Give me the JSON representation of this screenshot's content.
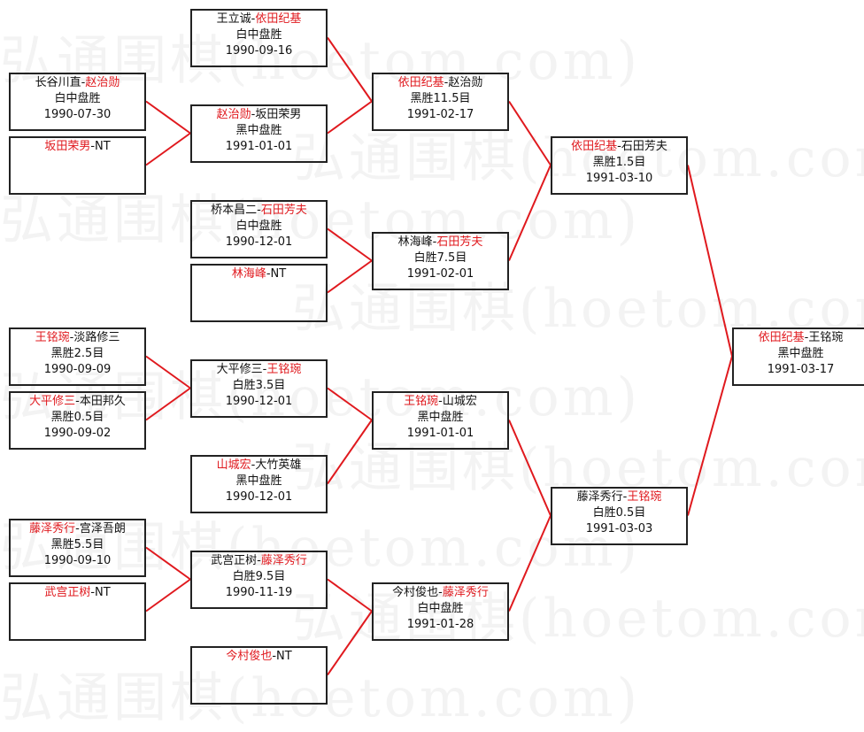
{
  "watermark": "弘通围棋(hoetom.com)",
  "colors": {
    "winner": "#e0191e",
    "line": "#e0191e",
    "border": "#222222"
  },
  "matches": [
    {
      "id": "r1a",
      "players": [
        {
          "text": "长谷川直",
          "winner": false
        },
        {
          "text": "-",
          "winner": false
        },
        {
          "text": "赵治勋",
          "winner": true
        }
      ],
      "result": "白中盘胜",
      "date": "1990-07-30"
    },
    {
      "id": "r1b",
      "players": [
        {
          "text": "坂田荣男",
          "winner": true
        },
        {
          "text": "-NT",
          "winner": false
        }
      ],
      "result": "",
      "date": ""
    },
    {
      "id": "r1c",
      "players": [
        {
          "text": "王铭琬",
          "winner": true
        },
        {
          "text": "-淡路修三",
          "winner": false
        }
      ],
      "result": "黑胜2.5目",
      "date": "1990-09-09"
    },
    {
      "id": "r1d",
      "players": [
        {
          "text": "大平修三",
          "winner": true
        },
        {
          "text": "-本田邦久",
          "winner": false
        }
      ],
      "result": "黑胜0.5目",
      "date": "1990-09-02"
    },
    {
      "id": "r1e",
      "players": [
        {
          "text": "藤泽秀行",
          "winner": true
        },
        {
          "text": "-宫泽吾朗",
          "winner": false
        }
      ],
      "result": "黑胜5.5目",
      "date": "1990-09-10"
    },
    {
      "id": "r1f",
      "players": [
        {
          "text": "武宫正树",
          "winner": true
        },
        {
          "text": "-NT",
          "winner": false
        }
      ],
      "result": "",
      "date": ""
    },
    {
      "id": "r2a",
      "players": [
        {
          "text": "王立诚-",
          "winner": false
        },
        {
          "text": "依田纪基",
          "winner": true
        }
      ],
      "result": "白中盘胜",
      "date": "1990-09-16"
    },
    {
      "id": "r2b",
      "players": [
        {
          "text": "赵治勋",
          "winner": true
        },
        {
          "text": "-坂田荣男",
          "winner": false
        }
      ],
      "result": "黑中盘胜",
      "date": "1991-01-01"
    },
    {
      "id": "r2c",
      "players": [
        {
          "text": "桥本昌二-",
          "winner": false
        },
        {
          "text": "石田芳夫",
          "winner": true
        }
      ],
      "result": "白中盘胜",
      "date": "1990-12-01"
    },
    {
      "id": "r2d",
      "players": [
        {
          "text": "林海峰",
          "winner": true
        },
        {
          "text": "-NT",
          "winner": false
        }
      ],
      "result": "",
      "date": ""
    },
    {
      "id": "r2e",
      "players": [
        {
          "text": "大平修三-",
          "winner": false
        },
        {
          "text": "王铭琬",
          "winner": true
        }
      ],
      "result": "白胜3.5目",
      "date": "1990-12-01"
    },
    {
      "id": "r2f",
      "players": [
        {
          "text": "山城宏",
          "winner": true
        },
        {
          "text": "-大竹英雄",
          "winner": false
        }
      ],
      "result": "黑中盘胜",
      "date": "1990-12-01"
    },
    {
      "id": "r2g",
      "players": [
        {
          "text": "武宫正树-",
          "winner": false
        },
        {
          "text": "藤泽秀行",
          "winner": true
        }
      ],
      "result": "白胜9.5目",
      "date": "1990-11-19"
    },
    {
      "id": "r2h",
      "players": [
        {
          "text": "今村俊也",
          "winner": true
        },
        {
          "text": "-NT",
          "winner": false
        }
      ],
      "result": "",
      "date": ""
    },
    {
      "id": "r3a",
      "players": [
        {
          "text": "依田纪基",
          "winner": true
        },
        {
          "text": "-赵治勋",
          "winner": false
        }
      ],
      "result": "黑胜11.5目",
      "date": "1991-02-17"
    },
    {
      "id": "r3b",
      "players": [
        {
          "text": "林海峰-",
          "winner": false
        },
        {
          "text": "石田芳夫",
          "winner": true
        }
      ],
      "result": "白胜7.5目",
      "date": "1991-02-01"
    },
    {
      "id": "r3c",
      "players": [
        {
          "text": "王铭琬",
          "winner": true
        },
        {
          "text": "-山城宏",
          "winner": false
        }
      ],
      "result": "黑中盘胜",
      "date": "1991-01-01"
    },
    {
      "id": "r3d",
      "players": [
        {
          "text": "今村俊也-",
          "winner": false
        },
        {
          "text": "藤泽秀行",
          "winner": true
        }
      ],
      "result": "白中盘胜",
      "date": "1991-01-28"
    },
    {
      "id": "r4a",
      "players": [
        {
          "text": "依田纪基",
          "winner": true
        },
        {
          "text": "-石田芳夫",
          "winner": false
        }
      ],
      "result": "黑胜1.5目",
      "date": "1991-03-10"
    },
    {
      "id": "r4b",
      "players": [
        {
          "text": "藤泽秀行-",
          "winner": false
        },
        {
          "text": "王铭琬",
          "winner": true
        }
      ],
      "result": "白胜0.5目",
      "date": "1991-03-03"
    },
    {
      "id": "final",
      "players": [
        {
          "text": "依田纪基",
          "winner": true
        },
        {
          "text": "-王铭琬",
          "winner": false
        }
      ],
      "result": "黑中盘胜",
      "date": "1991-03-17"
    }
  ]
}
